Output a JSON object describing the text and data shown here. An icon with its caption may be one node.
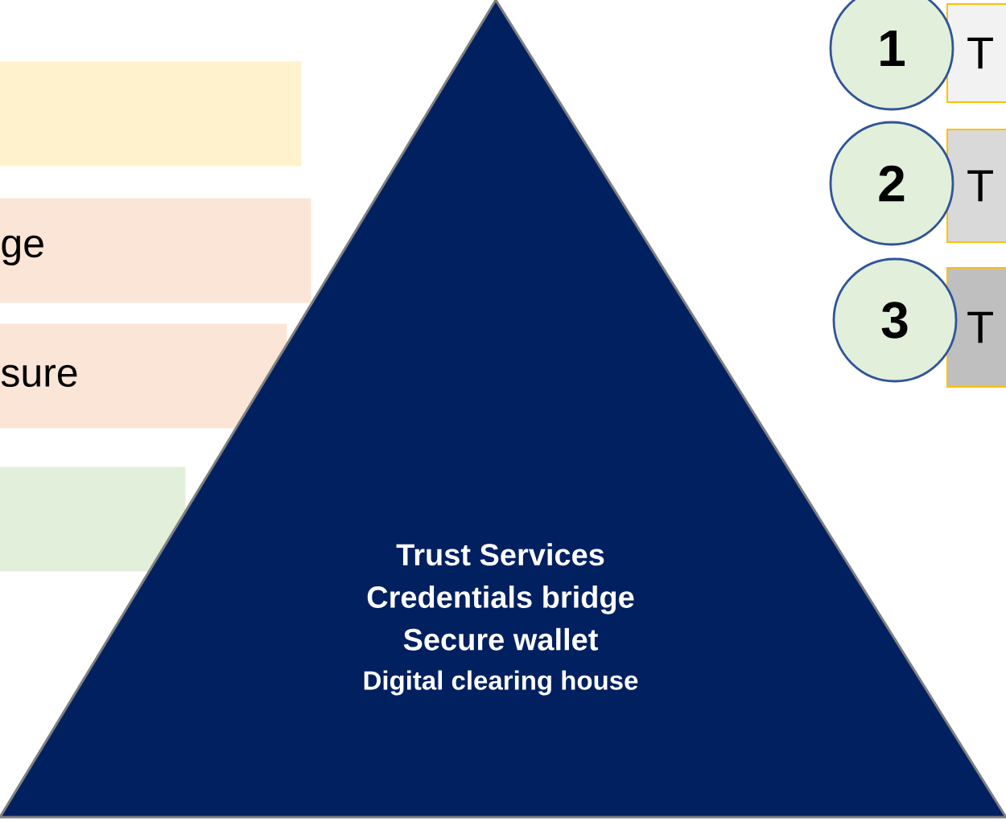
{
  "diagram": {
    "nodes": [
      {
        "text": [],
        "shape": "box"
      },
      {
        "text": [
          "ge"
        ]
      },
      {
        "text": [
          "sure"
        ]
      },
      {
        "text": [],
        "shape": "box"
      },
      {
        "text": [
          "Trust Services",
          "Credentials bridge",
          "Secure wallet",
          "Digital clearing house"
        ]
      },
      {
        "text": [
          "1"
        ]
      },
      {
        "text": [
          "T"
        ]
      },
      {
        "text": [
          "2"
        ]
      },
      {
        "text": [
          "T"
        ]
      },
      {
        "text": [
          "3"
        ]
      },
      {
        "text": [
          "T"
        ]
      }
    ]
  }
}
